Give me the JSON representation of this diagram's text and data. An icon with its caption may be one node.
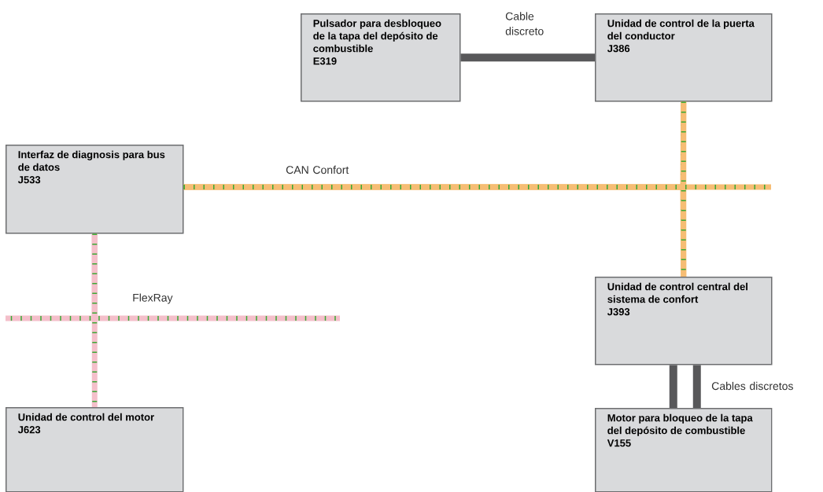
{
  "diagram": {
    "nodes": [
      {
        "text": [
          "Pulsador para desbloqueo de la tapa del depósito de combustible",
          "E319"
        ]
      },
      {
        "text": [
          "Unidad de control de la puerta del conductor",
          "J386"
        ]
      },
      {
        "text": [
          "Interfaz de diagnosis para bus de datos",
          "J533"
        ]
      },
      {
        "text": [
          "Unidad de control del motor",
          "J623"
        ]
      },
      {
        "text": [
          "Unidad de control central del sistema de confort",
          "J393"
        ]
      },
      {
        "text": [
          "Motor para bloqueo de la tapa del depósito de combustible",
          "V155"
        ]
      }
    ],
    "edges": [
      {
        "from": 0,
        "to": 1,
        "arrow": "none",
        "label": "Cable discreto",
        "color": "#58585a"
      },
      {
        "from": 2,
        "to": 1,
        "arrow": "none",
        "label": "CAN Confort",
        "color": "#f6bd74"
      },
      {
        "from": 2,
        "to": 4,
        "arrow": "none",
        "color": "#f6bd74"
      },
      {
        "from": 1,
        "to": 4,
        "arrow": "none",
        "color": "#f6bd74"
      },
      {
        "from": 2,
        "to": null,
        "arrow": "none",
        "color": "#f6bd74"
      },
      {
        "from": 2,
        "to": 3,
        "arrow": "none",
        "label": "FlexRay",
        "color": "#f4bfca"
      },
      {
        "from": 2,
        "to": null,
        "arrow": "none",
        "color": "#f4bfca"
      },
      {
        "from": 2,
        "to": null,
        "arrow": "none",
        "color": "#f4bfca"
      },
      {
        "from": 4,
        "to": 5,
        "arrow": "none",
        "color": "#58585a"
      },
      {
        "from": 4,
        "to": 5,
        "arrow": "none",
        "label": "Cables discretos",
        "color": "#58585a"
      }
    ]
  }
}
